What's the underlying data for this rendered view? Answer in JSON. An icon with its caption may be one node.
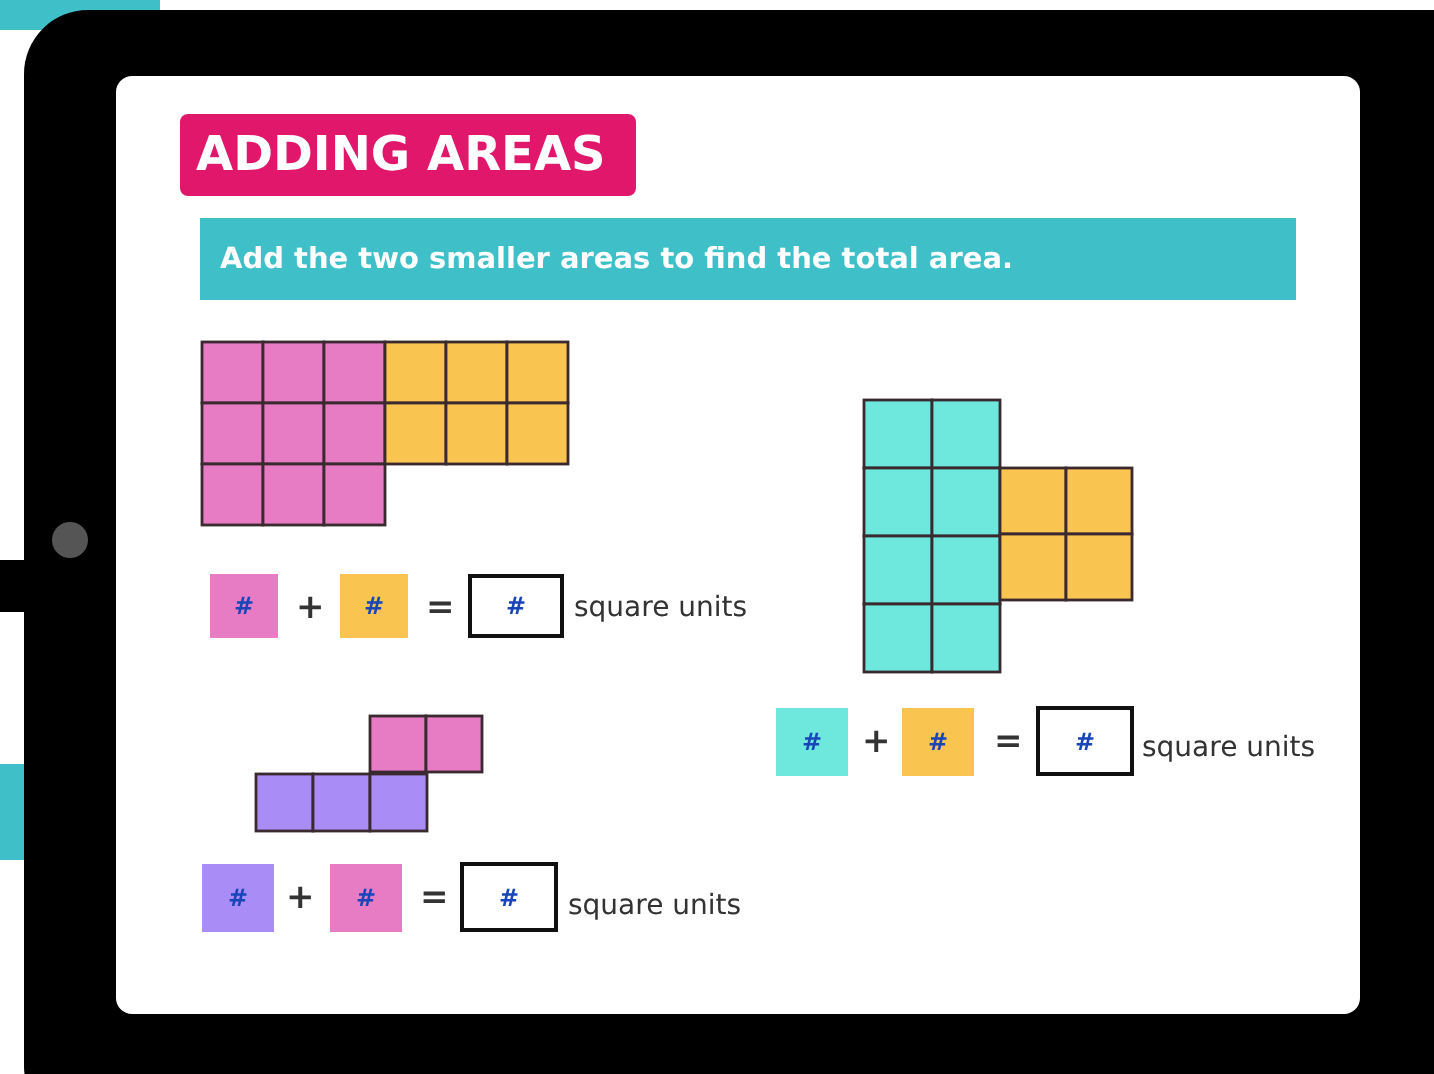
{
  "diagram": {
    "title": "ADDING AREAS",
    "nodes": [
      {
        "text": [
          "Add the two smaller areas to find the total area."
        ]
      },
      {
        "text": [
          "#"
        ]
      },
      {
        "text": [
          "#"
        ]
      },
      {
        "text": [
          "#"
        ]
      },
      {
        "text": [
          "#"
        ]
      },
      {
        "text": [
          "#"
        ]
      },
      {
        "text": [
          "#"
        ]
      },
      {
        "text": [
          "#"
        ]
      },
      {
        "text": [
          "#"
        ]
      },
      {
        "text": [
          "#"
        ]
      }
    ],
    "labels": [
      "+",
      "=",
      "square units",
      "+",
      "=",
      "square units",
      "+",
      "=",
      "square units"
    ]
  }
}
